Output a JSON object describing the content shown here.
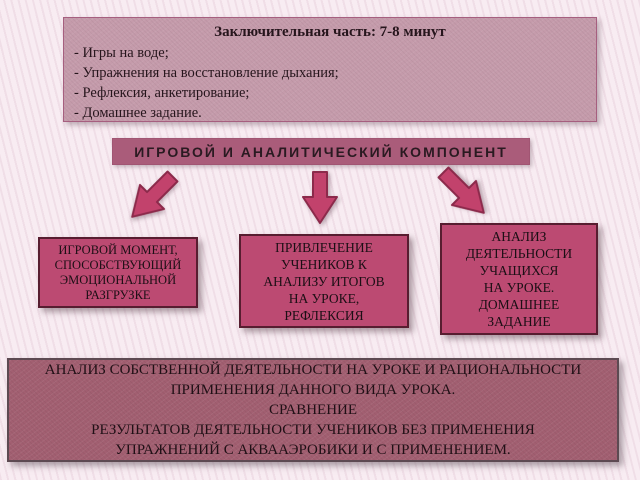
{
  "slide": {
    "top_box": {
      "title": "Заключительная часть: 7-8 минут",
      "items": [
        "- Игры на воде;",
        "- Упражнения на восстановление дыхания;",
        "- Рефлексия, анкетирование;",
        "- Домашнее задание."
      ]
    },
    "header": {
      "label": "ИГРОВОЙ И АНАЛИТИЧЕСКИЙ КОМПОНЕНТ"
    },
    "branch_boxes": [
      {
        "text": "ИГРОВОЙ МОМЕНТ,\nСПОСОБСТВУЮЩИЙ\nЭМОЦИОНАЛЬНОЙ\nРАЗГРУЗКЕ"
      },
      {
        "text": "ПРИВЛЕЧЕНИЕ\nУЧЕНИКОВ К\nАНАЛИЗУ ИТОГОВ\nНА УРОКЕ,\nРЕФЛЕКСИЯ"
      },
      {
        "text": "АНАЛИЗ\nДЕЯТЕЛЬНОСТИ\nУЧАЩИХСЯ\nНА УРОКЕ.\nДОМАШНЕЕ\nЗАДАНИЕ"
      }
    ],
    "bottom_box": {
      "text": "АНАЛИЗ СОБСТВЕННОЙ ДЕЯТЕЛЬНОСТИ НА УРОКЕ И РАЦИОНАЛЬНОСТИ\nПРИМЕНЕНИЯ ДАННОГО ВИДА УРОКА.\nСРАВНЕНИЕ\nРЕЗУЛЬТАТОВ ДЕЯТЕЛЬНОСТИ УЧЕНИКОВ БЕЗ ПРИМЕНЕНИЯ\nУПРАЖНЕНИЙ С АКВААЭРОБИКИ И С ПРИМЕНЕНИЕМ."
    },
    "icons": [
      "arrow-down-left-icon",
      "arrow-down-icon",
      "arrow-down-right-icon"
    ],
    "colors": {
      "background": "#f8ecf2",
      "background_stripe": "#e3c6d4",
      "top_box_fill": "#c59bab",
      "top_box_border": "#a65f7f",
      "header_fill": "#aa5c7a",
      "branch_fill": "#bc4a72",
      "branch_border": "#571d30",
      "bottom_fill": "#a25f71",
      "arrow_fill": "#c2426c",
      "arrow_stroke": "#8c2a4b",
      "text_dark": "#1c0f15"
    }
  }
}
